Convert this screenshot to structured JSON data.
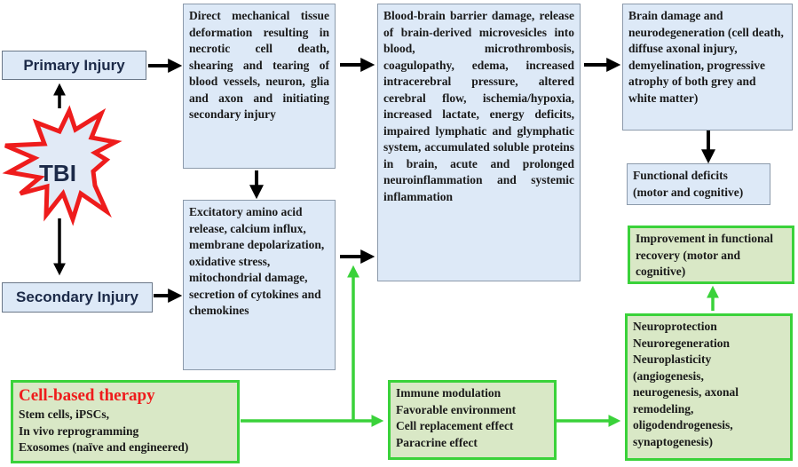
{
  "primary_injury": "Primary Injury",
  "secondary_injury": "Secondary Injury",
  "tbi": "TBI",
  "boxes": {
    "mechanical": "Direct mechanical tissue deformation resulting in necrotic cell death, shearing and tearing of blood vessels, neuron, glia and axon and initiating secondary injury",
    "excitatory": "Excitatory amino acid release, calcium influx, membrane depolarization, oxidative stress, mitochondrial damage, secretion of cytokines and chemokines",
    "bbb": "Blood-brain barrier damage, release of brain-derived microvesicles into blood, microthrombosis, coagulopathy, edema, increased intracerebral pressure, altered cerebral flow, ischemia/hypoxia, increased lactate, energy deficits, impaired lymphatic and glymphatic system, accumulated soluble proteins in brain, acute and prolonged neuroinflammation and systemic inflammation",
    "brain_damage": "Brain damage and neurodegeneration (cell death, diffuse axonal injury, demyelination, progressive atrophy of both grey and white matter)",
    "functional_deficits": "Functional deficits (motor and cognitive)"
  },
  "cell_therapy": {
    "title": "Cell-based therapy",
    "items": [
      "Stem cells, iPSCs,",
      "In vivo reprogramming",
      "Exosomes (naïve and engineered)"
    ]
  },
  "mechanisms": [
    "Immune modulation",
    "Favorable environment",
    "Cell replacement effect",
    "Paracrine effect"
  ],
  "neuro": [
    "Neuroprotection",
    "Neuroregeneration",
    "Neuroplasticity",
    "(angiogenesis,",
    "neurogenesis, axonal",
    "remodeling,",
    "oligodendrogenesis,",
    "synaptogenesis)"
  ],
  "improvement": "Improvement in functional recovery (motor and cognitive)",
  "colors": {
    "box_fill_blue": "#dde9f7",
    "box_fill_green": "#d9e8c6",
    "green_border": "#3ad23a",
    "tbi_red": "#ee1c1c",
    "tbi_fill": "#e1eaf6",
    "title_red": "#ee1c1c",
    "arrow_black": "#000000"
  }
}
